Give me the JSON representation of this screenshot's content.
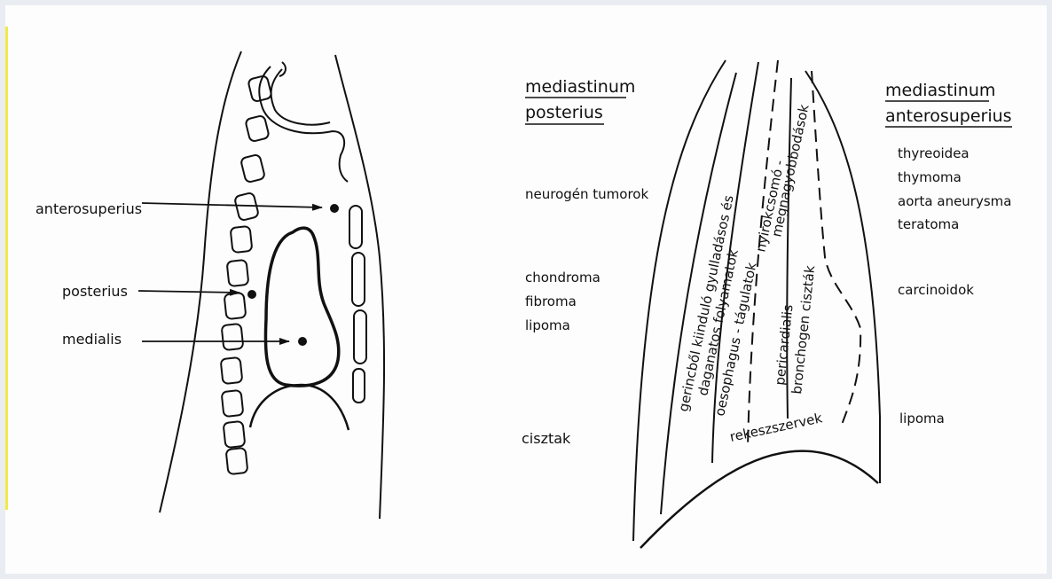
{
  "left_figure": {
    "labels": {
      "anterosuperius": "anterosuperius",
      "posterius": "posterius",
      "medialis": "medialis"
    }
  },
  "right_figure": {
    "posterior_heading": [
      "mediastinum",
      "posterius"
    ],
    "posterior_items": [
      "neurogén tumorok",
      "chondroma",
      "fibroma",
      "lipoma",
      "cisztak"
    ],
    "anterior_heading": [
      "mediastinum",
      "anterosuperius"
    ],
    "anterior_items": [
      "thyreoidea",
      "thymoma",
      "aorta aneurysma",
      "teratoma",
      "carcinoidok",
      "lipoma"
    ],
    "bands": {
      "b1": "gerincből kiinduló gyulladásos és",
      "b2": "daganatos folyamatok",
      "b3": "oesophagus - tágulatok",
      "b4": "nyirokcsomó -",
      "b5": "megnagyobbodások",
      "b6": "pericardialis",
      "b7": "bronchogen ciszták",
      "diaphragm": "rekeszszervek"
    }
  }
}
